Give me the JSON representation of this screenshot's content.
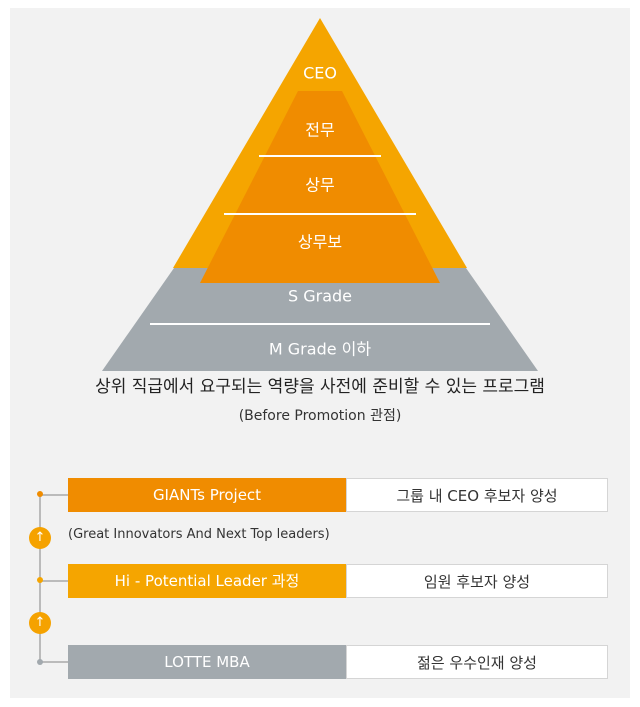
{
  "pyramid": {
    "levels": [
      "CEO",
      "전무",
      "상무",
      "상무보",
      "S Grade",
      "M Grade 이하"
    ]
  },
  "caption": {
    "main": "상위 직급에서 요구되는 역량을 사전에 준비할 수 있는 프로그램",
    "sub": "(Before Promotion 관점)"
  },
  "programs": [
    {
      "label": "GIANTs Project",
      "desc": "그룹 내 CEO 후보자 양성",
      "note": "(Great Innovators And Next Top leaders)"
    },
    {
      "label": "Hi - Potential Leader 과정",
      "desc": "임원 후보자 양성"
    },
    {
      "label": "LOTTE MBA",
      "desc": "젊은 우수인재 양성"
    }
  ],
  "colors": {
    "orange_light": "#f5a500",
    "orange_dark": "#f08c00",
    "gray": "#a2a9ae",
    "panel": "#f2f2f2"
  },
  "icons": [
    "up-arrow-icon",
    "up-arrow-icon"
  ]
}
